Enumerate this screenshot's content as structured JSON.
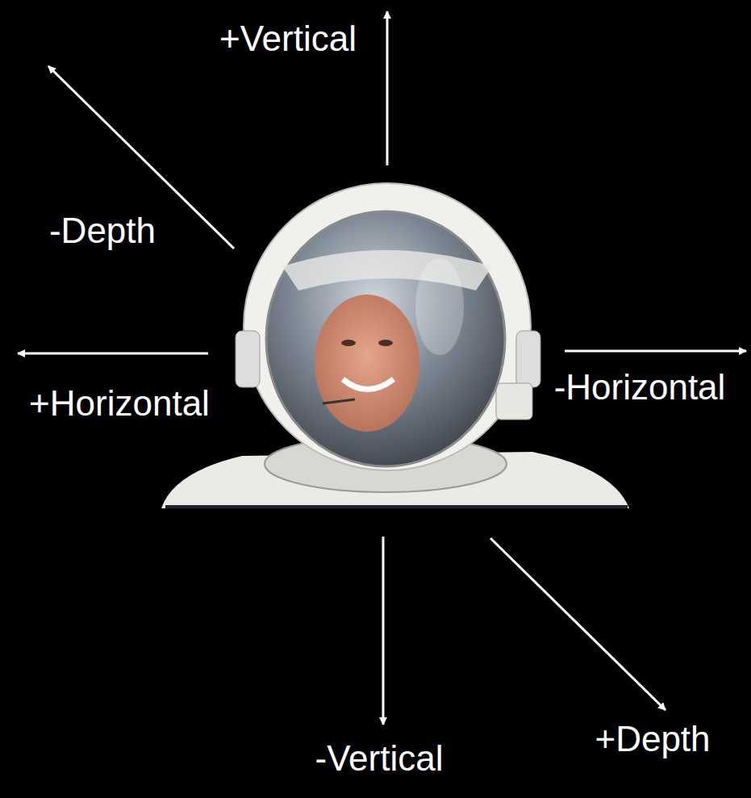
{
  "diagram": {
    "labels": [
      "+Vertical",
      "-Depth",
      "+Horizontal",
      "-Horizontal",
      "-Vertical",
      "+Depth"
    ]
  }
}
